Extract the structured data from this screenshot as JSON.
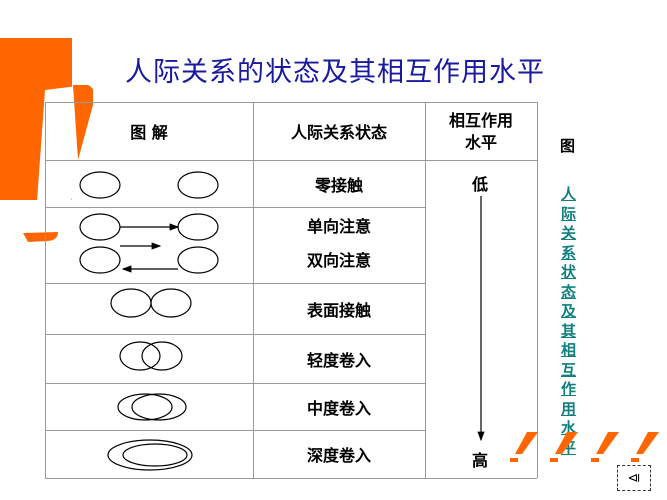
{
  "title": "人际关系的状态及其相互作用水平",
  "table": {
    "headers": [
      "图 解",
      "人际关系状态",
      "相互作用\n水平"
    ],
    "header_level_line1": "相互作用",
    "header_level_line2": "水平",
    "rows": [
      "零接触",
      "单向注意",
      "双向注意",
      "表面接触",
      "轻度卷入",
      "中度卷入",
      "深度卷入"
    ],
    "level_low": "低",
    "level_high": "高"
  },
  "side": {
    "label": "图",
    "link": "人际关系状态及其相互作用水平"
  },
  "colors": {
    "accent": "#ff6600",
    "title": "#1a1aa0",
    "link": "#0f7f7f"
  },
  "icons": [
    "exclamation-icon",
    "exclamation-icon",
    "nav-return-icon"
  ]
}
